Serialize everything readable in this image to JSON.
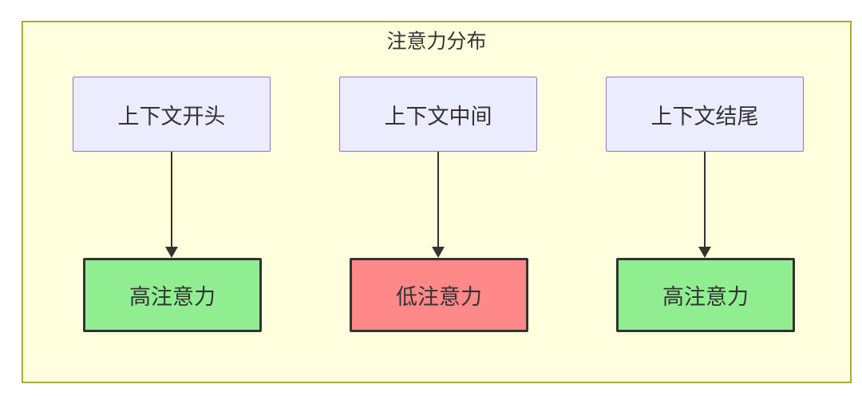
{
  "diagram": {
    "title": "注意力分布",
    "columns": [
      {
        "source": "上下文开头",
        "target": "高注意力",
        "target_type": "high"
      },
      {
        "source": "上下文中间",
        "target": "低注意力",
        "target_type": "low"
      },
      {
        "source": "上下文结尾",
        "target": "高注意力",
        "target_type": "high"
      }
    ],
    "colors": {
      "background": "#FFFFDE",
      "border": "#AAAA33",
      "source_fill": "#ECECFF",
      "source_border": "#9370DB",
      "high_fill": "#90EE90",
      "low_fill": "#FF8888",
      "target_border": "#333333",
      "arrow": "#333333",
      "text": "#333333"
    }
  }
}
